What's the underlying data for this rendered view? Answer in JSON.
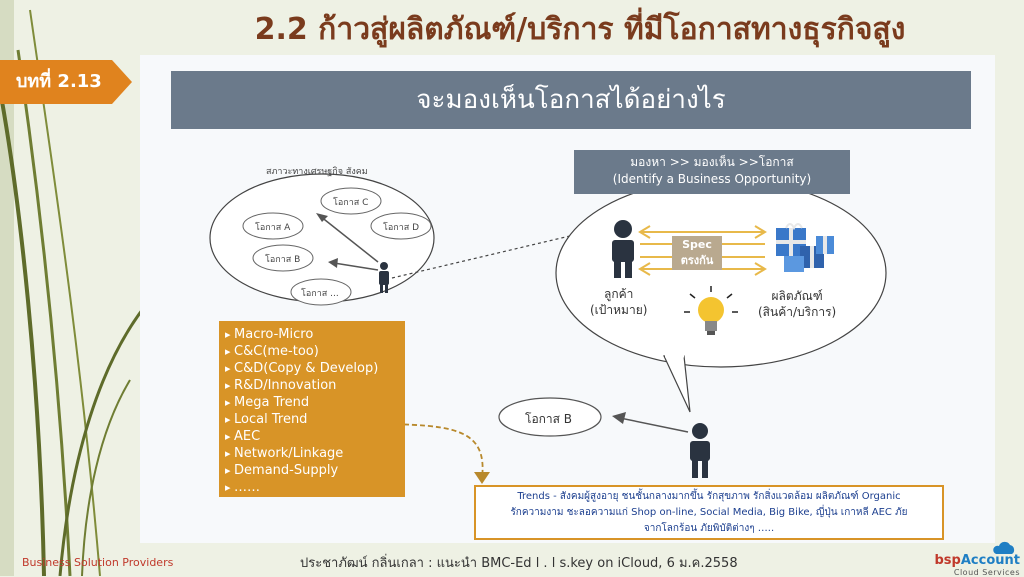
{
  "header": {
    "title": "2.2 ก้าวสู่ผลิตภัณฑ์/บริการ ที่มีโอกาสทางธุรกิจสูง",
    "chapter_tag": "บทที่ 2.13"
  },
  "slide": {
    "banner": "จะมองเห็นโอกาสได้อย่างไร",
    "economy_label": "สภาวะทางเศรษฐกิจ สังคม",
    "opportunities": [
      "โอกาส C",
      "โอกาส A",
      "โอกาส D",
      "โอกาส B",
      "โอกาส ..."
    ],
    "opportunity_box": {
      "line1": "มองหา >> มองเห็น >>โอกาส",
      "line2": "(Identify a Business Opportunity)"
    },
    "customer_label": [
      "ลูกค้า",
      "(เป้าหมาย)"
    ],
    "product_label": [
      "ผลิตภัณฑ์",
      "(สินค้า/บริการ)"
    ],
    "spec_label": [
      "Spec",
      "ตรงกัน"
    ],
    "opportunity_b": "โอกาส B",
    "factors": [
      "Macro-Micro",
      "C&C(me-too)",
      "C&D(Copy & Develop)",
      "R&D/Innovation",
      "Mega Trend",
      "Local Trend",
      "AEC",
      "Network/Linkage",
      "Demand-Supply",
      "……"
    ],
    "trends": {
      "line1": "Trends - สังคมผู้สูงอายุ ชนชั้นกลางมากขึ้น รักสุขภาพ รักสิ่งแวดล้อม ผลิตภัณฑ์ Organic",
      "line2": "รักความงาม ชะลอความแก่ Shop on-line, Social Media, Big Bike, ญี่ปุ่น เกาหลี AEC ภัย",
      "line3": "จากโลกร้อน ภัยพิบัติต่างๆ ….."
    }
  },
  "footer": {
    "left": "Business Solution Providers",
    "center": "ประชาภัฒน์ กลิ่นเกลา : แนะนำ BMC-Ed l . l s.key on iCloud, 6 ม.ค.2558",
    "logo_brand_a": "bsp",
    "logo_brand_b": "Account",
    "logo_sub": "Cloud Services"
  },
  "colors": {
    "title": "#7a3b1d",
    "accent_orange": "#d89427",
    "banner": "#6b7a8b",
    "trend_text": "#1c3f8f"
  },
  "icons": [
    "person-icon",
    "gift-boxes-icon",
    "light-bulb-icon",
    "arrow-icon",
    "cloud-icon"
  ]
}
